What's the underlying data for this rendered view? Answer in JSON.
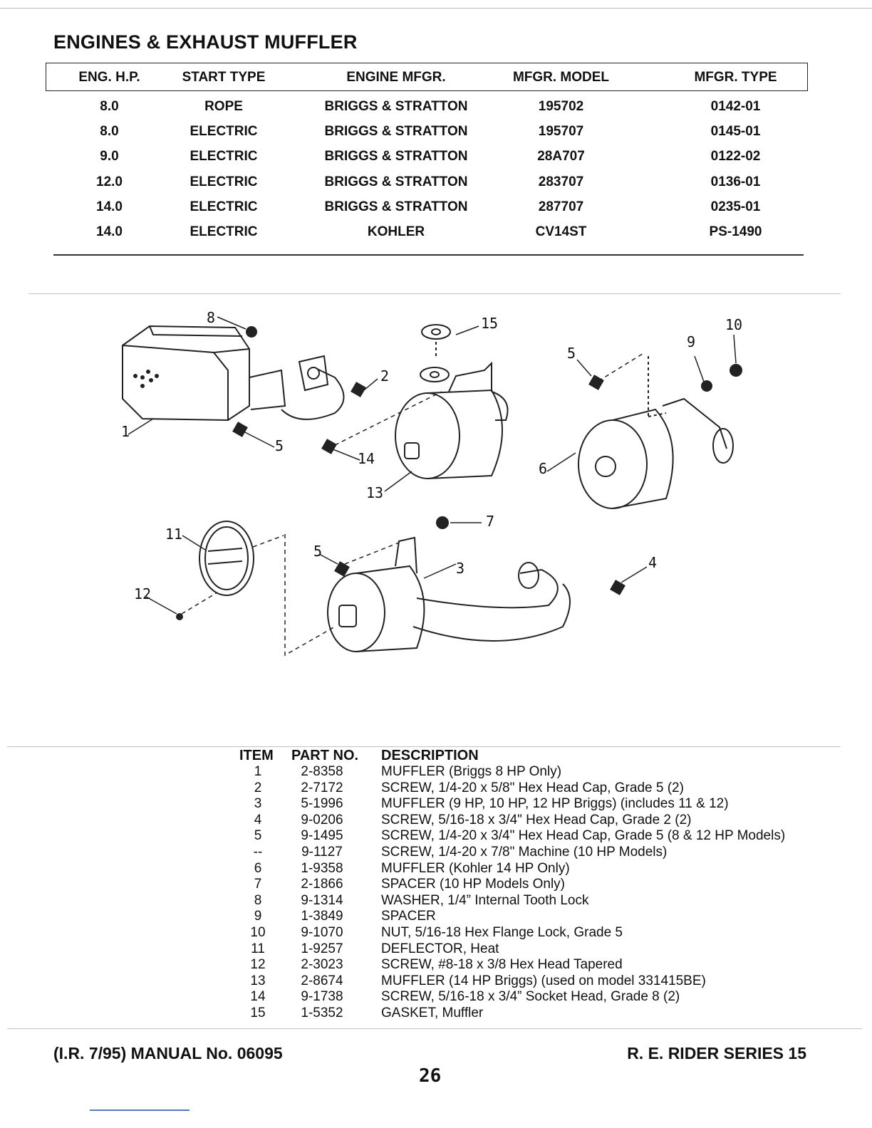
{
  "title": "ENGINES & EXHAUST MUFFLER",
  "engine_table": {
    "headers": [
      "ENG. H.P.",
      "START TYPE",
      "ENGINE MFGR.",
      "MFGR. MODEL",
      "MFGR. TYPE"
    ],
    "rows": [
      [
        "8.0",
        "ROPE",
        "BRIGGS & STRATTON",
        "195702",
        "0142-01"
      ],
      [
        "8.0",
        "ELECTRIC",
        "BRIGGS & STRATTON",
        "195707",
        "0145-01"
      ],
      [
        "9.0",
        "ELECTRIC",
        "BRIGGS & STRATTON",
        "28A707",
        "0122-02"
      ],
      [
        "12.0",
        "ELECTRIC",
        "BRIGGS & STRATTON",
        "283707",
        "0136-01"
      ],
      [
        "14.0",
        "ELECTRIC",
        "BRIGGS & STRATTON",
        "287707",
        "0235-01"
      ],
      [
        "14.0",
        "ELECTRIC",
        "KOHLER",
        "CV14ST",
        "PS-1490"
      ]
    ]
  },
  "diagram_callouts": [
    "1",
    "2",
    "3",
    "4",
    "5",
    "5",
    "5",
    "6",
    "7",
    "8",
    "9",
    "10",
    "11",
    "12",
    "13",
    "14",
    "15"
  ],
  "parts_table": {
    "headers": [
      "ITEM",
      "PART NO.",
      "DESCRIPTION"
    ],
    "rows": [
      [
        "1",
        "2-8358",
        "MUFFLER (Briggs 8 HP Only)"
      ],
      [
        "2",
        "2-7172",
        "SCREW, 1/4-20 x 5/8\" Hex Head Cap, Grade 5 (2)"
      ],
      [
        "3",
        "5-1996",
        "MUFFLER (9 HP, 10 HP, 12 HP Briggs) (includes 11 & 12)"
      ],
      [
        "4",
        "9-0206",
        "SCREW, 5/16-18 x 3/4\" Hex Head Cap, Grade 2 (2)"
      ],
      [
        "5",
        "9-1495",
        "SCREW, 1/4-20 x 3/4\" Hex Head Cap, Grade 5 (8 & 12 HP Models)"
      ],
      [
        "--",
        "9-1127",
        "SCREW, 1/4-20 x 7/8\" Machine (10 HP Models)"
      ],
      [
        "6",
        "1-9358",
        "MUFFLER (Kohler 14 HP Only)"
      ],
      [
        "7",
        "2-1866",
        "SPACER (10 HP Models Only)"
      ],
      [
        "8",
        "9-1314",
        "WASHER, 1/4” Internal Tooth Lock"
      ],
      [
        "9",
        "1-3849",
        "SPACER"
      ],
      [
        "10",
        "9-1070",
        "NUT, 5/16-18 Hex Flange Lock, Grade 5"
      ],
      [
        "11",
        "1-9257",
        "DEFLECTOR, Heat"
      ],
      [
        "12",
        "2-3023",
        "SCREW, #8-18 x 3/8 Hex Head Tapered"
      ],
      [
        "13",
        "2-8674",
        "MUFFLER (14 HP Briggs) (used on model 331415BE)"
      ],
      [
        "14",
        "9-1738",
        "SCREW, 5/16-18 x 3/4” Socket Head, Grade 8 (2)"
      ],
      [
        "15",
        "1-5352",
        "GASKET, Muffler"
      ]
    ]
  },
  "footer": {
    "left": "(I.R. 7/95) MANUAL No. 06095",
    "right": "R. E. RIDER SERIES 15",
    "page_number": "26"
  }
}
